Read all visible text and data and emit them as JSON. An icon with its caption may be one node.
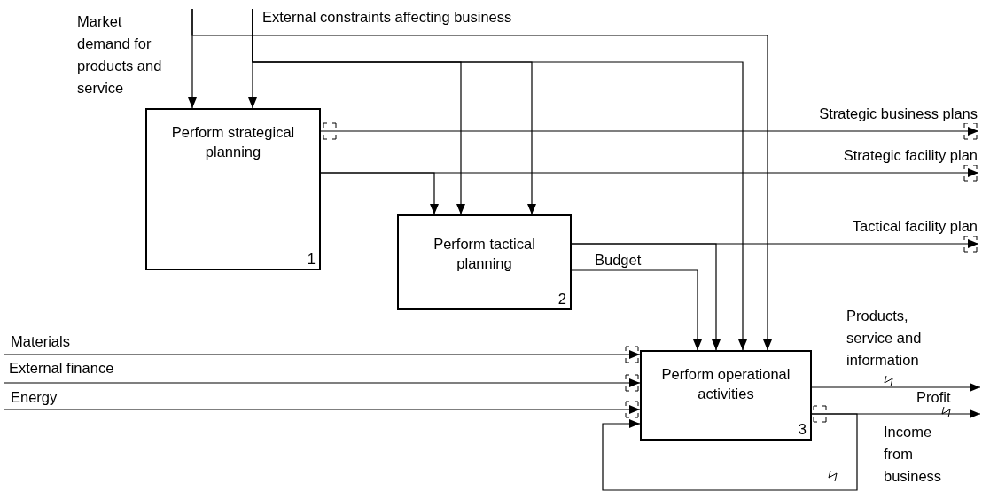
{
  "diagram": {
    "nodes": [
      {
        "text": [
          "Perform strategical planning",
          "1"
        ]
      },
      {
        "text": [
          "Perform tactical planning",
          "2"
        ]
      },
      {
        "text": [
          "Perform operational activities",
          "3"
        ]
      }
    ],
    "edges": [
      {
        "from": null,
        "to": 0,
        "arrow": "to",
        "label": "Market demand for products and service"
      },
      {
        "from": null,
        "to": 2,
        "arrow": "to"
      },
      {
        "from": null,
        "to": 0,
        "arrow": "to",
        "label": "External constraints affecting business"
      },
      {
        "from": null,
        "to": 1,
        "arrow": "to"
      },
      {
        "from": null,
        "to": 1,
        "arrow": "to"
      },
      {
        "from": null,
        "to": 2,
        "arrow": "to"
      },
      {
        "from": 0,
        "to": null,
        "arrow": "to",
        "label": "Strategic business plans"
      },
      {
        "from": 0,
        "to": null,
        "arrow": "to",
        "label": "Strategic facility plan"
      },
      {
        "from": 0,
        "to": 1,
        "arrow": "to"
      },
      {
        "from": 1,
        "to": null,
        "arrow": "to",
        "label": "Tactical facility plan"
      },
      {
        "from": 1,
        "to": 2,
        "arrow": "to"
      },
      {
        "from": 1,
        "to": 2,
        "arrow": "to",
        "label": "Budget"
      },
      {
        "from": null,
        "to": 2,
        "arrow": "to",
        "label": "Materials"
      },
      {
        "from": null,
        "to": 2,
        "arrow": "to",
        "label": "External finance"
      },
      {
        "from": null,
        "to": 2,
        "arrow": "to",
        "label": "Energy"
      },
      {
        "from": 2,
        "to": null,
        "arrow": "to",
        "label": "Products, service and information"
      },
      {
        "from": 2,
        "to": null,
        "arrow": "to",
        "label": "Profit"
      },
      {
        "from": 2,
        "to": 2,
        "arrow": "to",
        "label": "Income from business"
      }
    ]
  }
}
